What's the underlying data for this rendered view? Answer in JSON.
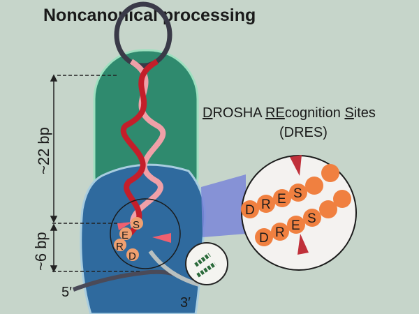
{
  "title": "Noncanonical processing",
  "dres_heading": {
    "d": "D",
    "rosha": "ROSHA ",
    "re": "RE",
    "cognition": "cognition ",
    "s": "S",
    "ites": "ites"
  },
  "dres_abbrev": "(DRES)",
  "dimension_labels": {
    "long": "~22 bp",
    "short": "~6 bp"
  },
  "motif_letters": [
    "D",
    "R",
    "E",
    "S"
  ],
  "end_labels": {
    "five_prime": "5′",
    "three_prime": "3′"
  },
  "colors": {
    "background": "#c6d5ca",
    "green_domain": "#2f8a6e",
    "blue_domain": "#2f6a9e",
    "strand_red": "#c41e2a",
    "strand_pink": "#f0a0a8",
    "residue_orange": "#f08040",
    "cleavage_red": "#c0303a"
  }
}
